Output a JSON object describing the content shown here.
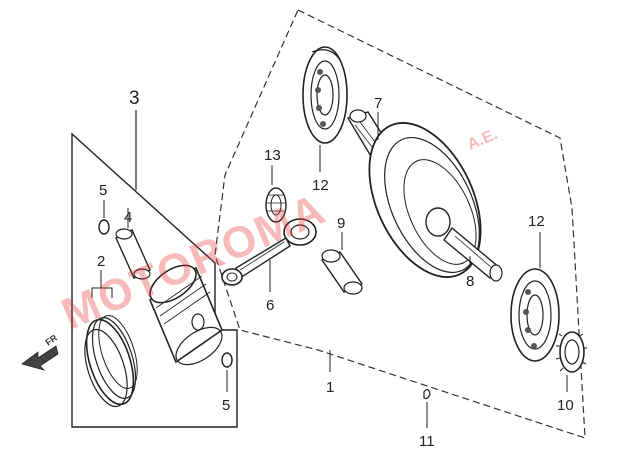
{
  "callouts": {
    "c1": "1",
    "c2": "2",
    "c3": "3",
    "c4": "4",
    "c5a": "5",
    "c5b": "5",
    "c6": "6",
    "c7": "7",
    "c8": "8",
    "c9": "9",
    "c10": "10",
    "c11": "11",
    "c12a": "12",
    "c12b": "12",
    "c13": "13"
  },
  "front_arrow": {
    "label": "FR",
    "icon": "arrow-left-icon"
  },
  "watermark": {
    "main": "MOTOROMA",
    "suffix": "A.E.",
    "color": "#e63a3a"
  }
}
